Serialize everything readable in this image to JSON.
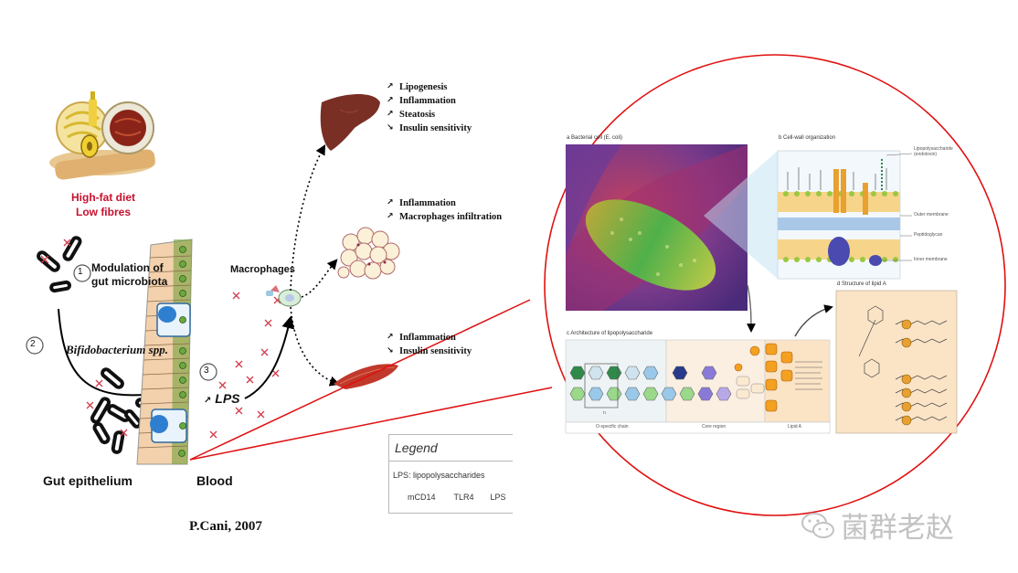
{
  "diet": {
    "line1": "High-fat diet",
    "line2": "Low fibres"
  },
  "gut": {
    "step1_number": "1",
    "modulation_line1": "Modulation of",
    "modulation_line2": "gut microbiota",
    "step2_number": "2",
    "bifido": "Bifidobacterium spp.",
    "step3_number": "3",
    "lps": "LPS",
    "macrophages": "Macrophages",
    "epithelium_label": "Gut epithelium",
    "blood_label": "Blood"
  },
  "liver_effects": [
    {
      "arrow": "up",
      "text": "Lipogenesis"
    },
    {
      "arrow": "up",
      "text": "Inflammation"
    },
    {
      "arrow": "up",
      "text": "Steatosis"
    },
    {
      "arrow": "down",
      "text": "Insulin sensitivity"
    }
  ],
  "adipose_effects": [
    {
      "arrow": "up",
      "text": "Inflammation"
    },
    {
      "arrow": "up",
      "text": "Macrophages infiltration"
    }
  ],
  "muscle_effects": [
    {
      "arrow": "up",
      "text": "Inflammation"
    },
    {
      "arrow": "down",
      "text": "Insulin sensitivity"
    }
  ],
  "legend": {
    "title": "Legend",
    "lps_def": "LPS: lipopolysaccharides",
    "key_cd14": "mCD14",
    "key_tlr4": "TLR4",
    "key_lps": "LPS"
  },
  "citation": "P.Cani, 2007",
  "inset": {
    "panel_a": "a Bacterial cell (E. coli)",
    "panel_b": "b Cell-wall organization",
    "panel_c": "c Architecture of lipopolysaccharide",
    "panel_d": "d Structure of lipid A",
    "lps_label": "Lipopolysaccharide (endotoxin)",
    "outer_membrane": "Outer membrane",
    "peptidoglycan": "Peptidoglycan",
    "inner_membrane": "Inner membrane",
    "o_chain": "O-specific chain",
    "core_region": "Core region",
    "lipid_a": "Lipid A",
    "repeat_n": "n"
  },
  "watermark": "菌群老赵",
  "colors": {
    "diet_red": "#c8102e",
    "circle_red": "#e01010",
    "epithelium_green": "#6a9b32",
    "epithelium_tan": "#f2d1ac",
    "blue_cell": "#2f7fd0",
    "liver": "#7a2f24",
    "muscle": "#c0392b",
    "bacteria_purple": "#8a4fb0",
    "bacteria_green": "#5faa3a"
  }
}
